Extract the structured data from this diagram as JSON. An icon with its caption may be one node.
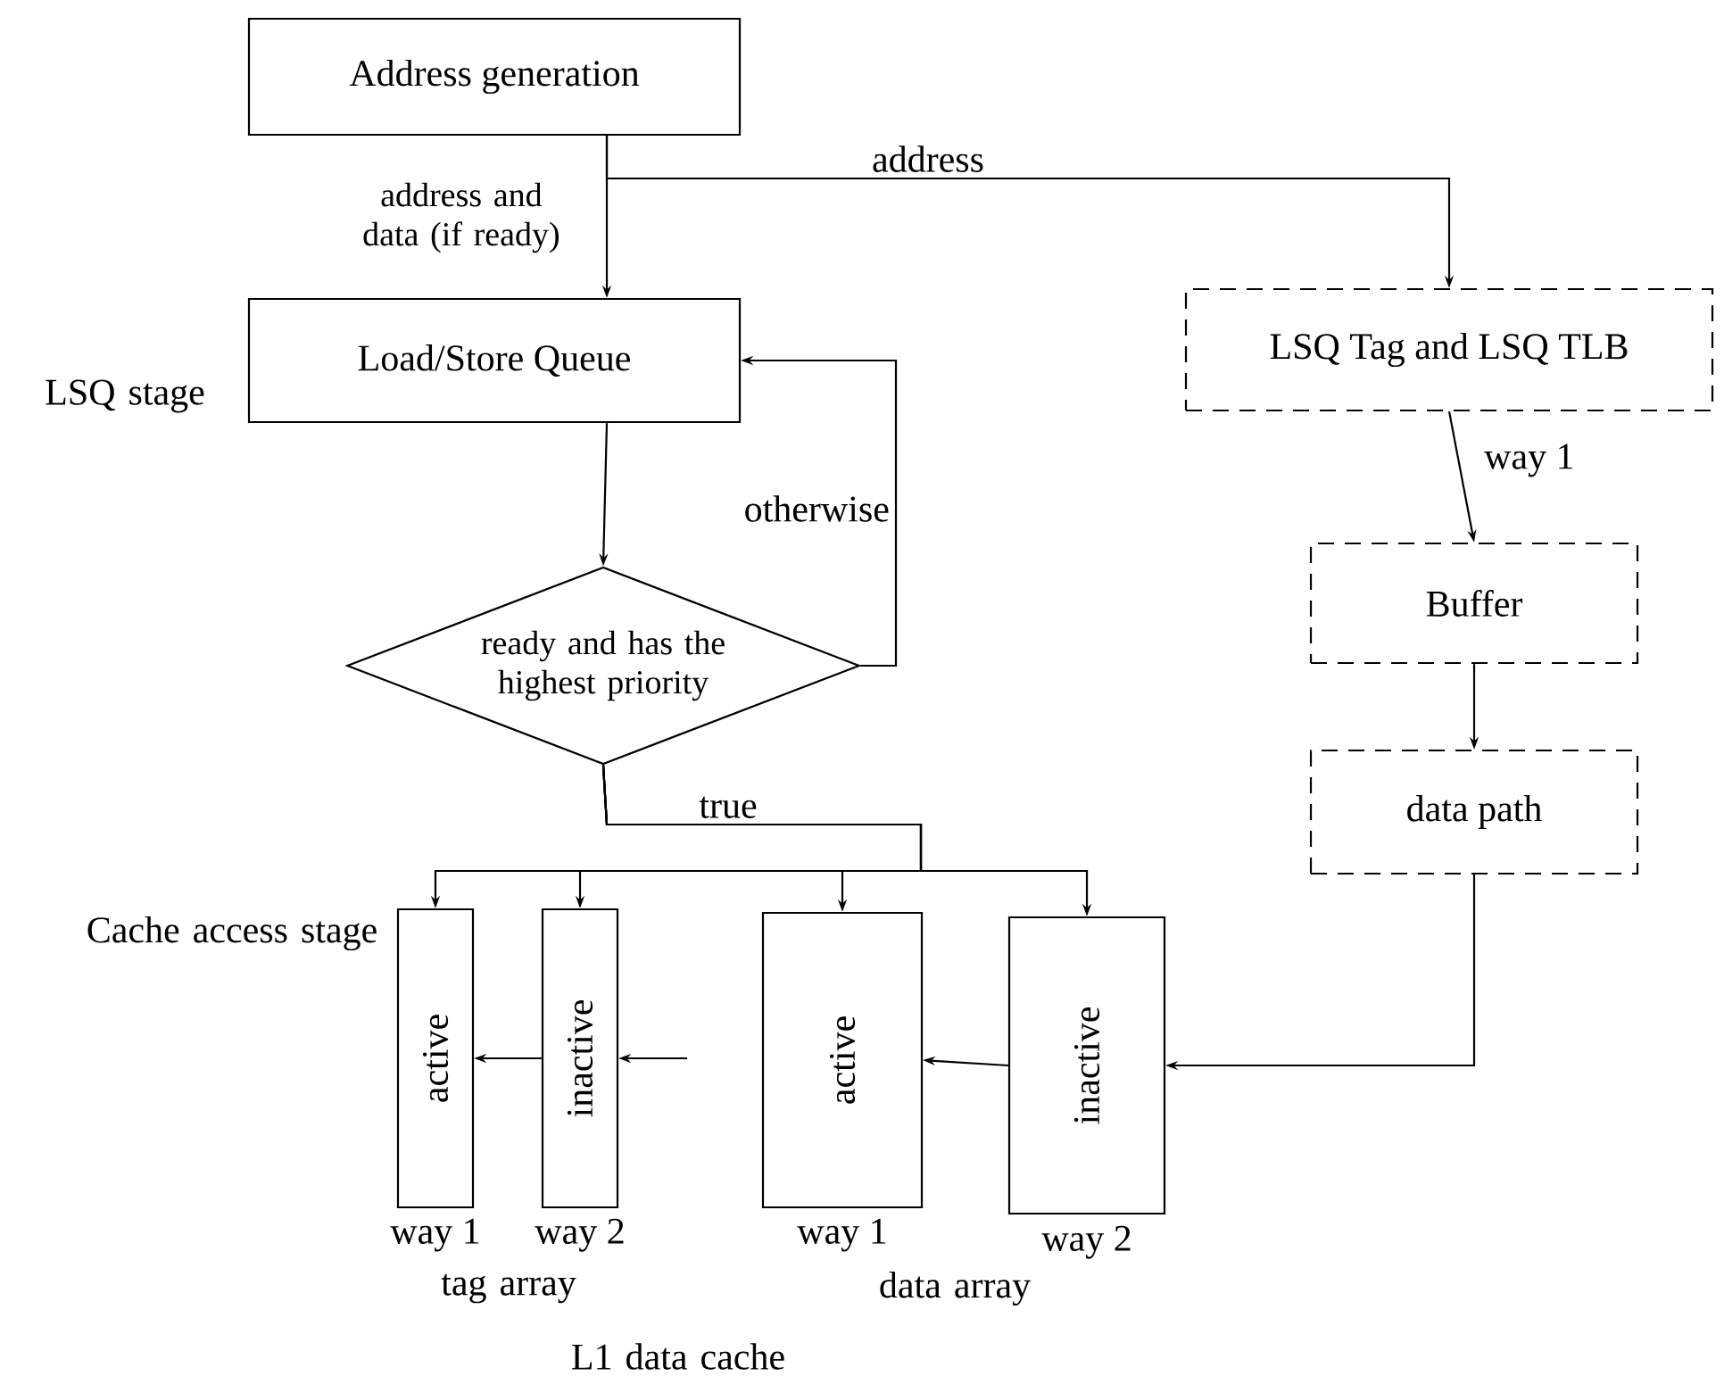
{
  "diagram": {
    "nodes": [
      {
        "text": [
          "Address generation"
        ]
      },
      {
        "text": [
          "Load/Store Queue"
        ]
      },
      {
        "text": [
          "ready and has the highest priority"
        ]
      },
      {
        "text": [
          "LSQ Tag and LSQ TLB"
        ]
      },
      {
        "text": [
          "Buffer"
        ]
      },
      {
        "text": [
          "data path"
        ]
      },
      {
        "text": [
          "active"
        ],
        "beside": [
          "way 1"
        ]
      },
      {
        "text": [
          "inactive"
        ],
        "beside": [
          "way 2"
        ]
      },
      {
        "text": [
          "active"
        ],
        "beside": [
          "way 1"
        ]
      },
      {
        "text": [
          "inactive"
        ],
        "beside": [
          "way 2"
        ]
      }
    ],
    "edges": [
      {
        "from": 0,
        "to": 1,
        "arrow": "to",
        "label": "address and data (if ready)"
      },
      {
        "from": 0,
        "to": 3,
        "arrow": "to",
        "label": "address"
      },
      {
        "from": 1,
        "to": 2,
        "arrow": "to"
      },
      {
        "from": 2,
        "to": 1,
        "arrow": "to",
        "label": "otherwise"
      },
      {
        "from": 2,
        "to": 6,
        "arrow": "to",
        "label": "true"
      },
      {
        "from": 2,
        "to": 7,
        "arrow": "to"
      },
      {
        "from": 2,
        "to": 8,
        "arrow": "to"
      },
      {
        "from": 2,
        "to": 9,
        "arrow": "to"
      },
      {
        "from": 3,
        "to": 4,
        "arrow": "to",
        "label": "way 1"
      },
      {
        "from": 4,
        "to": 5,
        "arrow": "to"
      },
      {
        "from": 5,
        "to": 9,
        "arrow": "to"
      },
      {
        "from": 7,
        "to": 6,
        "arrow": "to"
      },
      {
        "from": 9,
        "to": 8,
        "arrow": "to"
      },
      {
        "from": null,
        "to": 7,
        "arrow": "to"
      }
    ],
    "labels": [
      "LSQ stage",
      "Cache access stage",
      "tag array",
      "data array",
      "L1 data cache"
    ]
  }
}
